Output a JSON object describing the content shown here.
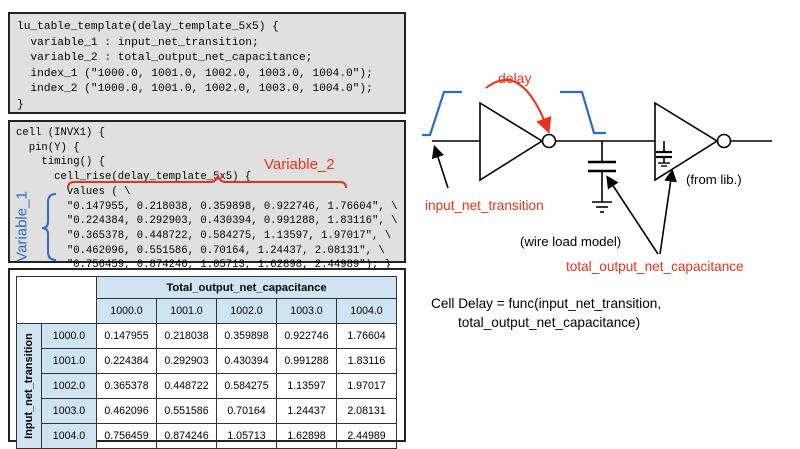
{
  "lut_code": [
    "lu_table_template(delay_template_5x5) {",
    "  variable_1 : input_net_transition;",
    "  variable_2 : total_output_net_capacitance;",
    "  index_1 (\"1000.0, 1001.0, 1002.0, 1003.0, 1004.0\");",
    "  index_2 (\"1000.0, 1001.0, 1002.0, 1003.0, 1004.0\");",
    "}"
  ],
  "cell_code": [
    "cell (INVX1) {",
    "  pin(Y) {",
    "    timing() {",
    "      cell_rise(delay_template_5x5) {",
    "        values ( \\",
    "        \"0.147955, 0.218038, 0.359898, 0.922746, 1.76604\", \\",
    "        \"0.224384, 0.292903, 0.430394, 0.991288, 1.83116\", \\",
    "        \"0.365378, 0.448722, 0.584275, 1.13597, 1.97017\", \\",
    "        \"0.462096, 0.551586, 0.70164, 1.24437, 2.08131\", \\",
    "        \"0.756459, 0.874246, 1.05713, 1.62898, 2.44989\"); }"
  ],
  "annotations": {
    "variable_2": "Variable_2",
    "variable_1": "Variable_1"
  },
  "table": {
    "col_title": "Total_output_net_capacitance",
    "row_title": "Input_net_transition",
    "col_headers": [
      "1000.0",
      "1001.0",
      "1002.0",
      "1003.0",
      "1004.0"
    ],
    "rows": [
      {
        "label": "1000.0",
        "values": [
          "0.147955",
          "0.218038",
          "0.359898",
          "0.922746",
          "1.76604"
        ]
      },
      {
        "label": "1001.0",
        "values": [
          "0.224384",
          "0.292903",
          "0.430394",
          "0.991288",
          "1.83116"
        ]
      },
      {
        "label": "1002.0",
        "values": [
          "0.365378",
          "0.448722",
          "0.584275",
          "1.13597",
          "1.97017"
        ]
      },
      {
        "label": "1003.0",
        "values": [
          "0.462096",
          "0.551586",
          "0.70164",
          "1.24437",
          "2.08131"
        ]
      },
      {
        "label": "1004.0",
        "values": [
          "0.756459",
          "0.874246",
          "1.05713",
          "1.62898",
          "2.44989"
        ]
      }
    ]
  },
  "diagram": {
    "delay": "delay",
    "input_net_transition": "input_net_transition",
    "wire_load": "(wire load model)",
    "from_lib": "(from lib.)",
    "total_output_net_capacitance": "total_output_net_capacitance",
    "formula_line1": "Cell Delay = func(input_net_transition,",
    "formula_line2": "total_output_net_capacitance)"
  },
  "colors": {
    "accent_red": "#e8331c",
    "accent_blue": "#2d6bc4",
    "table_header_blue": "#cfe4f3",
    "code_bg": "#e0e0e0"
  }
}
